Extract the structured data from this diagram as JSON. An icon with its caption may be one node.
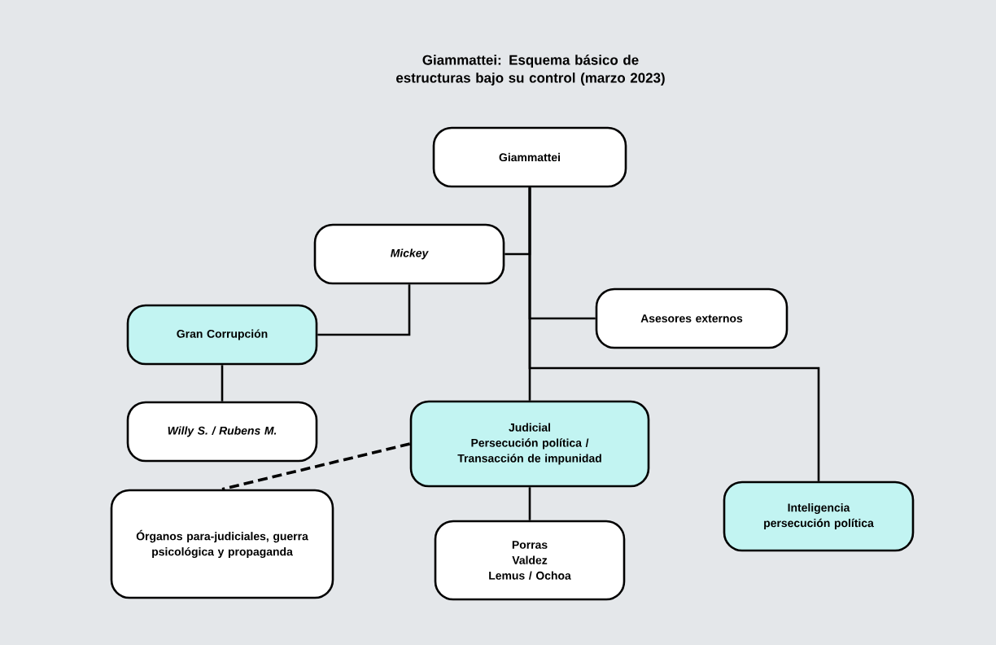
{
  "diagram": {
    "title": "Giammattei: Esquema básico de estructuras bajo su control (marzo 2023)",
    "nodes": [
      {
        "text": [
          "Giammattei"
        ]
      },
      {
        "text": [
          "Mickey"
        ]
      },
      {
        "text": [
          "Asesores externos"
        ]
      },
      {
        "text": [
          "Gran Corrupción"
        ]
      },
      {
        "text": [
          "Willy S. / Rubens M."
        ]
      },
      {
        "text": [
          "Judicial",
          "Persecución política / Transacción de impunidad"
        ]
      },
      {
        "text": [
          "Órganos para-judiciales, guerra psicológica y propaganda"
        ]
      },
      {
        "text": [
          "Porras",
          "Valdez",
          "Lemus / Ochoa"
        ]
      },
      {
        "text": [
          "Inteligencia persecución política"
        ]
      }
    ],
    "edges": [
      {
        "from": 0,
        "to": 1,
        "arrow": "none"
      },
      {
        "from": 0,
        "to": 2,
        "arrow": "none"
      },
      {
        "from": 0,
        "to": 5,
        "arrow": "none"
      },
      {
        "from": 0,
        "to": 8,
        "arrow": "none"
      },
      {
        "from": 1,
        "to": 3,
        "arrow": "none"
      },
      {
        "from": 3,
        "to": 4,
        "arrow": "none"
      },
      {
        "from": 5,
        "to": 6,
        "arrow": "none",
        "style": "dashed"
      },
      {
        "from": 5,
        "to": 7,
        "arrow": "none"
      }
    ]
  }
}
